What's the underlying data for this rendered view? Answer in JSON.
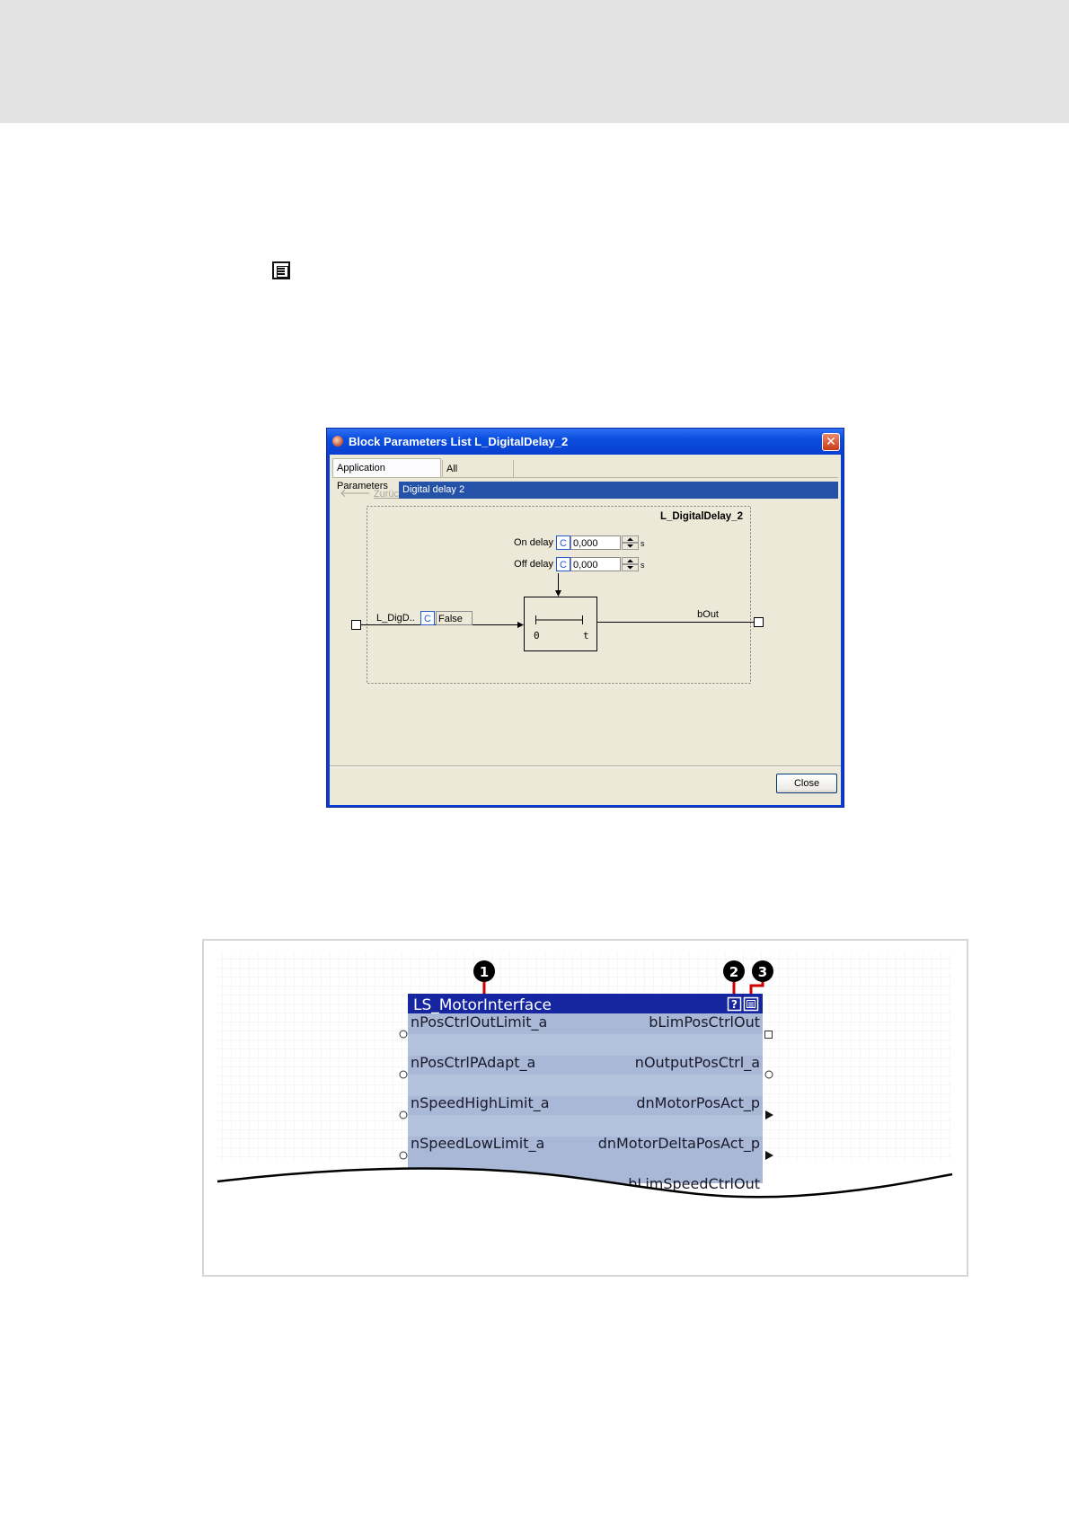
{
  "dialog": {
    "title": "Block Parameters List L_DigitalDelay_2",
    "close_glyph": "✕",
    "tabs": [
      "Application Parameters",
      "All parameters"
    ],
    "back_label": "Zurück",
    "breadcrumb": "Digital delay 2",
    "block_name": "L_DigitalDelay_2",
    "on_delay": {
      "label": "On delay",
      "badge": "C",
      "value": "0,000",
      "unit": "s"
    },
    "off_delay": {
      "label": "Off delay",
      "badge": "C",
      "value": "0,000",
      "unit": "s"
    },
    "input": {
      "label": "L_DigD..",
      "badge": "C",
      "value": "False"
    },
    "output_label": "bOut",
    "timer_start": "0",
    "timer_end": "t",
    "close_label": "Close"
  },
  "fb": {
    "title": "LS_MotorInterface",
    "help_glyph": "?",
    "inputs": [
      "nPosCtrlOutLimit_a",
      "nPosCtrlPAdapt_a",
      "nSpeedHighLimit_a",
      "nSpeedLowLimit_a"
    ],
    "outputs": [
      "bLimPosCtrlOut",
      "nOutputPosCtrl_a",
      "dnMotorPosAct_p",
      "dnMotorDeltaPosAct_p",
      "bLimSpeedCtrlOut"
    ],
    "callouts": [
      "1",
      "2",
      "3"
    ]
  },
  "icons": [
    "list-icon",
    "app-icon",
    "close-icon",
    "back-arrow-icon",
    "spin-up-icon",
    "spin-down-icon",
    "help-icon",
    "parameter-list-icon"
  ],
  "colors": {
    "titlebar": "#0a4ee0",
    "fb_header": "#1526a0",
    "fb_body": "#a8b8d6"
  }
}
